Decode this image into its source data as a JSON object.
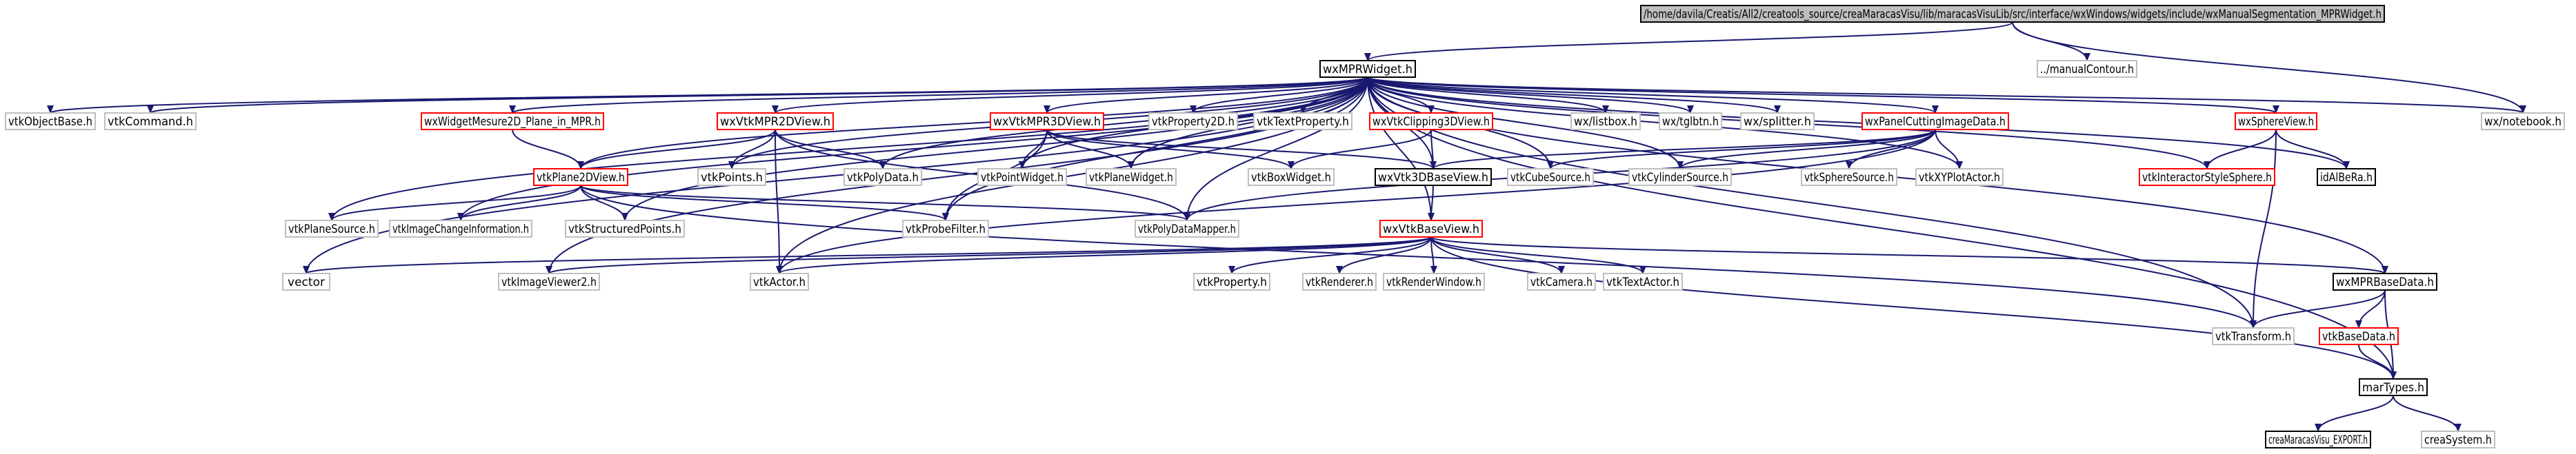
{
  "diagram": {
    "kind": "include-dependency-graph",
    "colors": {
      "edge": "#191970",
      "root_fill": "#bfbfbf",
      "default_border": "#bfbfbf",
      "documented_border": "#000000",
      "red_border": "#ff0000"
    },
    "nodes": [
      {
        "id": "root",
        "label": "/home/davila/Creatis/All2/creatools_source/creaMaracasVisu/lib/maracasVisuLib/src/interface/wxWindows/widgets/include/wxManualSegmentation_MPRWidget.h",
        "style": "root"
      },
      {
        "id": "mpr",
        "label": "wxMPRWidget.h",
        "style": "documented"
      },
      {
        "id": "manual",
        "label": "../manualContour.h",
        "style": "default"
      },
      {
        "id": "objbase",
        "label": "vtkObjectBase.h",
        "style": "default"
      },
      {
        "id": "command",
        "label": "vtkCommand.h",
        "style": "default"
      },
      {
        "id": "mesure",
        "label": "wxWidgetMesure2D_Plane_in_MPR.h",
        "style": "red"
      },
      {
        "id": "mpr2d",
        "label": "wxVtkMPR2DView.h",
        "style": "red"
      },
      {
        "id": "mpr3d",
        "label": "wxVtkMPR3DView.h",
        "style": "red"
      },
      {
        "id": "prop2d",
        "label": "vtkProperty2D.h",
        "style": "default"
      },
      {
        "id": "textprop",
        "label": "vtkTextProperty.h",
        "style": "default"
      },
      {
        "id": "clip3d",
        "label": "wxVtkClipping3DView.h",
        "style": "red"
      },
      {
        "id": "listbox",
        "label": "wx/listbox.h",
        "style": "default"
      },
      {
        "id": "tglbtn",
        "label": "wx/tglbtn.h",
        "style": "default"
      },
      {
        "id": "splitter",
        "label": "wx/splitter.h",
        "style": "default"
      },
      {
        "id": "cutting",
        "label": "wxPanelCuttingImageData.h",
        "style": "red"
      },
      {
        "id": "sphereview",
        "label": "wxSphereView.h",
        "style": "red"
      },
      {
        "id": "notebook",
        "label": "wx/notebook.h",
        "style": "default"
      },
      {
        "id": "plane2d",
        "label": "vtkPlane2DView.h",
        "style": "red"
      },
      {
        "id": "points",
        "label": "vtkPoints.h",
        "style": "default"
      },
      {
        "id": "polydata",
        "label": "vtkPolyData.h",
        "style": "default"
      },
      {
        "id": "pointwidget",
        "label": "vtkPointWidget.h",
        "style": "default"
      },
      {
        "id": "planewidget",
        "label": "vtkPlaneWidget.h",
        "style": "default"
      },
      {
        "id": "boxwidget",
        "label": "vtkBoxWidget.h",
        "style": "default"
      },
      {
        "id": "base3d",
        "label": "wxVtk3DBaseView.h",
        "style": "documented"
      },
      {
        "id": "cubesrc",
        "label": "vtkCubeSource.h",
        "style": "default"
      },
      {
        "id": "cylsrc",
        "label": "vtkCylinderSource.h",
        "style": "default"
      },
      {
        "id": "spheresrc",
        "label": "vtkSphereSource.h",
        "style": "default"
      },
      {
        "id": "xyplot",
        "label": "vtkXYPlotActor.h",
        "style": "default"
      },
      {
        "id": "interstyle",
        "label": "vtkInteractorStyleSphere.h",
        "style": "red"
      },
      {
        "id": "idalbera",
        "label": "idAlBeRa.h",
        "style": "documented"
      },
      {
        "id": "planesrc",
        "label": "vtkPlaneSource.h",
        "style": "default"
      },
      {
        "id": "imgchange",
        "label": "vtkImageChangeInformation.h",
        "style": "default"
      },
      {
        "id": "structpts",
        "label": "vtkStructuredPoints.h",
        "style": "default"
      },
      {
        "id": "probe",
        "label": "vtkProbeFilter.h",
        "style": "default"
      },
      {
        "id": "mapper",
        "label": "vtkPolyDataMapper.h",
        "style": "default"
      },
      {
        "id": "baseview",
        "label": "wxVtkBaseView.h",
        "style": "red"
      },
      {
        "id": "vector",
        "label": "vector",
        "style": "default"
      },
      {
        "id": "viewer2",
        "label": "vtkImageViewer2.h",
        "style": "default"
      },
      {
        "id": "actor",
        "label": "vtkActor.h",
        "style": "default"
      },
      {
        "id": "property",
        "label": "vtkProperty.h",
        "style": "default"
      },
      {
        "id": "renderer",
        "label": "vtkRenderer.h",
        "style": "default"
      },
      {
        "id": "renwin",
        "label": "vtkRenderWindow.h",
        "style": "default"
      },
      {
        "id": "camera",
        "label": "vtkCamera.h",
        "style": "default"
      },
      {
        "id": "textactor",
        "label": "vtkTextActor.h",
        "style": "default"
      },
      {
        "id": "mprbase",
        "label": "wxMPRBaseData.h",
        "style": "documented"
      },
      {
        "id": "transform",
        "label": "vtkTransform.h",
        "style": "default"
      },
      {
        "id": "basedata",
        "label": "vtkBaseData.h",
        "style": "red"
      },
      {
        "id": "martypes",
        "label": "marTypes.h",
        "style": "documented"
      },
      {
        "id": "export",
        "label": "creaMaracasVisu_EXPORT.h",
        "style": "documented"
      },
      {
        "id": "creasystem",
        "label": "creaSystem.h",
        "style": "default"
      }
    ],
    "edges": [
      [
        "root",
        "mpr"
      ],
      [
        "root",
        "manual"
      ],
      [
        "root",
        "notebook"
      ],
      [
        "mpr",
        "objbase"
      ],
      [
        "mpr",
        "command"
      ],
      [
        "mpr",
        "mesure"
      ],
      [
        "mpr",
        "mpr2d"
      ],
      [
        "mpr",
        "mpr3d"
      ],
      [
        "mpr",
        "prop2d"
      ],
      [
        "mpr",
        "textprop"
      ],
      [
        "mpr",
        "clip3d"
      ],
      [
        "mpr",
        "listbox"
      ],
      [
        "mpr",
        "tglbtn"
      ],
      [
        "mpr",
        "splitter"
      ],
      [
        "mpr",
        "cutting"
      ],
      [
        "mpr",
        "sphereview"
      ],
      [
        "mpr",
        "notebook"
      ],
      [
        "mpr",
        "plane2d"
      ],
      [
        "mpr",
        "points"
      ],
      [
        "mpr",
        "polydata"
      ],
      [
        "mpr",
        "pointwidget"
      ],
      [
        "mpr",
        "planewidget"
      ],
      [
        "mpr",
        "base3d"
      ],
      [
        "mpr",
        "cubesrc"
      ],
      [
        "mpr",
        "cylsrc"
      ],
      [
        "mpr",
        "xyplot"
      ],
      [
        "mpr",
        "interstyle"
      ],
      [
        "mpr",
        "idalbera"
      ],
      [
        "mpr",
        "planesrc"
      ],
      [
        "mpr",
        "imgchange"
      ],
      [
        "mpr",
        "structpts"
      ],
      [
        "mpr",
        "probe"
      ],
      [
        "mpr",
        "mapper"
      ],
      [
        "mpr",
        "vector"
      ],
      [
        "mpr",
        "viewer2"
      ],
      [
        "mpr",
        "actor"
      ],
      [
        "mpr",
        "mprbase"
      ],
      [
        "mpr",
        "transform"
      ],
      [
        "mpr",
        "martypes"
      ],
      [
        "mpr",
        "baseview"
      ],
      [
        "mesure",
        "plane2d"
      ],
      [
        "mpr2d",
        "plane2d"
      ],
      [
        "mpr2d",
        "points"
      ],
      [
        "mpr2d",
        "polydata"
      ],
      [
        "mpr2d",
        "actor"
      ],
      [
        "mpr2d",
        "mapper"
      ],
      [
        "mpr3d",
        "pointwidget"
      ],
      [
        "mpr3d",
        "planewidget"
      ],
      [
        "mpr3d",
        "base3d"
      ],
      [
        "mpr3d",
        "boxwidget"
      ],
      [
        "mpr3d",
        "probe"
      ],
      [
        "clip3d",
        "base3d"
      ],
      [
        "clip3d",
        "boxwidget"
      ],
      [
        "cutting",
        "base3d"
      ],
      [
        "cutting",
        "cubesrc"
      ],
      [
        "cutting",
        "cylsrc"
      ],
      [
        "cutting",
        "spheresrc"
      ],
      [
        "cutting",
        "xyplot"
      ],
      [
        "cutting",
        "mapper"
      ],
      [
        "cutting",
        "actor"
      ],
      [
        "sphereview",
        "interstyle"
      ],
      [
        "sphereview",
        "idalbera"
      ],
      [
        "sphereview",
        "transform"
      ],
      [
        "plane2d",
        "planesrc"
      ],
      [
        "plane2d",
        "imgchange"
      ],
      [
        "plane2d",
        "structpts"
      ],
      [
        "plane2d",
        "probe"
      ],
      [
        "plane2d",
        "mapper"
      ],
      [
        "plane2d",
        "transform"
      ],
      [
        "base3d",
        "baseview"
      ],
      [
        "baseview",
        "vector"
      ],
      [
        "baseview",
        "viewer2"
      ],
      [
        "baseview",
        "actor"
      ],
      [
        "baseview",
        "property"
      ],
      [
        "baseview",
        "renderer"
      ],
      [
        "baseview",
        "renwin"
      ],
      [
        "baseview",
        "camera"
      ],
      [
        "baseview",
        "textactor"
      ],
      [
        "baseview",
        "mprbase"
      ],
      [
        "baseview",
        "martypes"
      ],
      [
        "mprbase",
        "transform"
      ],
      [
        "mprbase",
        "basedata"
      ],
      [
        "mprbase",
        "martypes"
      ],
      [
        "basedata",
        "martypes"
      ],
      [
        "martypes",
        "export"
      ],
      [
        "martypes",
        "creasystem"
      ]
    ]
  }
}
